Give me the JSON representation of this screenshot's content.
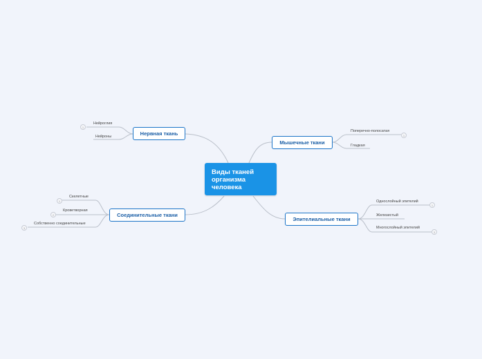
{
  "central": {
    "lines": [
      "Виды тканей",
      "организма",
      "человека"
    ]
  },
  "branches": {
    "nervous": {
      "label": "Нервная ткань",
      "leaves": [
        "Нейроглия",
        "Нейроны"
      ]
    },
    "muscle": {
      "label": "Мышечные ткани",
      "leaves": [
        "Поперечно-полосатая",
        "Гладкая"
      ]
    },
    "connective": {
      "label": "Соединительные ткани",
      "leaves": [
        "Скелетные",
        "Кроветворная",
        "Собственно соединительные"
      ]
    },
    "epithelial": {
      "label": "Эпителиальные ткани",
      "leaves": [
        "Однослойный эпителий",
        "Железистый",
        "Многослойный эпителий"
      ]
    }
  },
  "collapse_markers": {
    "nervous_1": "1",
    "muscle_1": "1",
    "connective_1": "1",
    "connective_2": "2",
    "connective_3": "3",
    "epithelial_1": "1",
    "epithelial_3": "3"
  },
  "colors": {
    "background": "#f1f4fb",
    "central_fill": "#1a93e6",
    "branch_border": "#1a73c7",
    "branch_text": "#1a5ea6",
    "connector": "#b9bfc9"
  }
}
